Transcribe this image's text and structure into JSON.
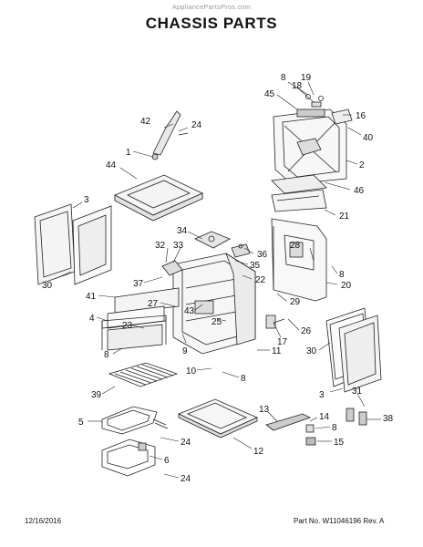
{
  "header": {
    "watermark": "AppliancePartsPros.com",
    "title": "CHASSIS PARTS"
  },
  "callouts": [
    "1",
    "2",
    "3",
    "4",
    "5",
    "6",
    "8",
    "9",
    "10",
    "11",
    "12",
    "13",
    "14",
    "15",
    "16",
    "17",
    "19",
    "20",
    "21",
    "22",
    "23",
    "24",
    "25",
    "26",
    "27",
    "28",
    "29",
    "30",
    "31",
    "32",
    "33",
    "34",
    "35",
    "36",
    "37",
    "38",
    "39",
    "40",
    "41",
    "42",
    "43",
    "44",
    "45",
    "46"
  ],
  "footer": {
    "date": "12/16/2016",
    "part_number": "Part No. W11046196  Rev. A"
  }
}
